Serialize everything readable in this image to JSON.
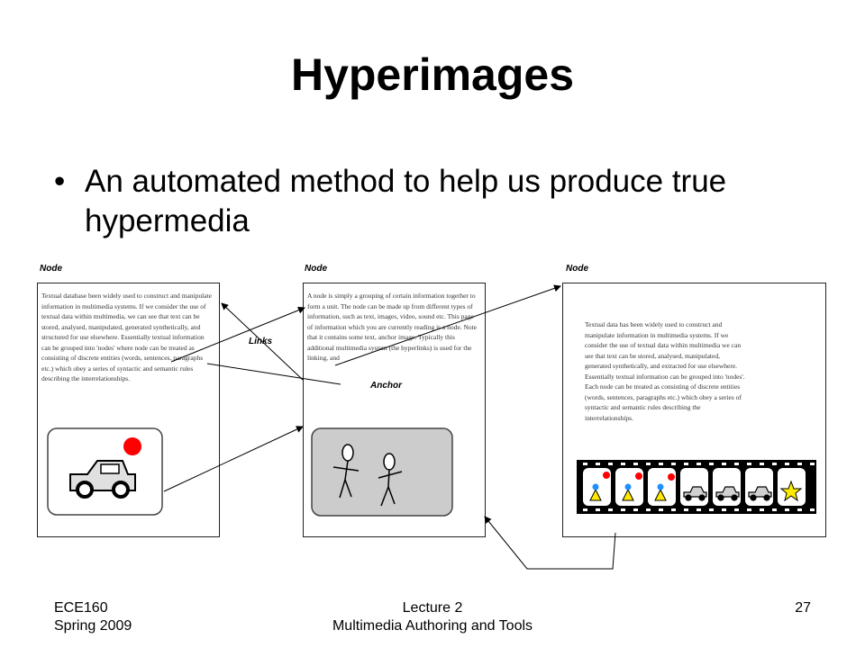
{
  "slide": {
    "title": "Hyperimages",
    "bullet_symbol": "•",
    "bullet": "An automated method to help us produce true hypermedia"
  },
  "diagram": {
    "node_labels": [
      "Node",
      "Node",
      "Node"
    ],
    "links_label": "Links",
    "anchor_label": "Anchor",
    "node1_text": "Textual database been widely used to construct and manipulate information in multimedia systems. If we consider the use of textual data within multimedia, we can see that text can be stored, analysed, manipulated, generated synthetically, and structured for use elsewhere. Essentially textual information can be grouped into 'nodes' where node can be treated as consisting of discrete entities (words, sentences, paragraphs etc.) which obey a series of syntactic and semantic rules describing the interrelationships.",
    "node2_text": "A node is simply a grouping of certain information together to form a unit. The node can be made up from different types of information, such as text, images, video, sound etc. This page of information which you are currently reading is a node. Note that it contains some text, anchor image. Typically this additional multimedia system (the hyperlinks) is used for the linking, and",
    "node3_text": "Textual data has been widely used to construct and manipulate information in multimedia systems. If we consider the use of textual data within multimedia we can see that text can be stored, analysed, manipulated, generated synthetically, and extracted for use elsewhere. Essentially textual information can be grouped into 'nodes'. Each node can be treated as consisting of discrete entities (words, sentences, paragraphs etc.) which obey a series of syntactic and semantic rules describing the interrelationships.",
    "icons": [
      "car-icon",
      "red-ball-icon",
      "stick-figure-icon",
      "film-strip-icon",
      "star-icon",
      "arrow-icon"
    ]
  },
  "footer": {
    "left_line1": "ECE160",
    "left_line2": "Spring 2009",
    "center_line1": "Lecture 2",
    "center_line2": "Multimedia Authoring and Tools",
    "page_number": "27"
  },
  "colors": {
    "text": "#000000",
    "red": "#ff0000",
    "yellow": "#ffea00",
    "gray": "#cccccc"
  }
}
